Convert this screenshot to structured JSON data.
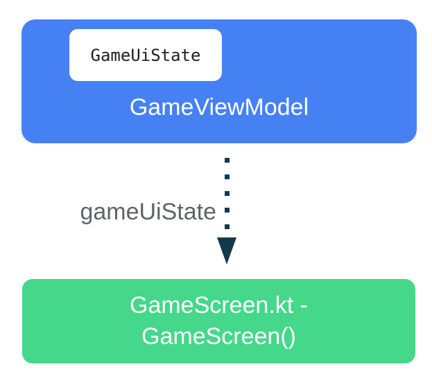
{
  "diagram": {
    "viewmodel_box": {
      "chip_label": "GameUiState",
      "label": "GameViewModel"
    },
    "edge": {
      "label": "gameUiState"
    },
    "screen_box": {
      "label_line1": "GameScreen.kt -",
      "label_line2": "GameScreen()"
    }
  },
  "colors": {
    "viewmodel_blue": "#4681f4",
    "screen_green": "#45d88a",
    "arrow_navy": "#16384d",
    "edge_label_gray": "#5f6368",
    "chip_bg": "#ffffff",
    "chip_text": "#1f1f1f",
    "box_text": "#ffffff",
    "background": "#ffffff"
  }
}
